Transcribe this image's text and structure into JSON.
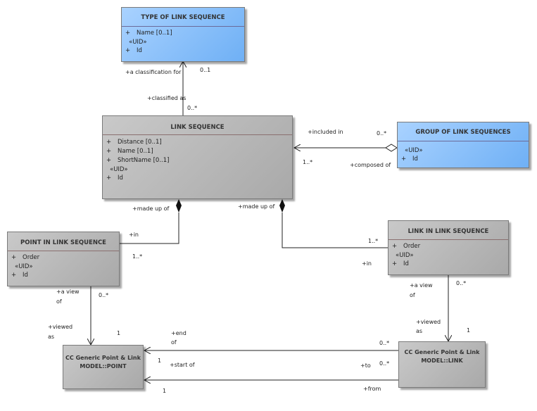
{
  "classes": {
    "type_of_link_sequence": {
      "title": "TYPE OF LINK SEQUENCE",
      "attributes": [
        {
          "vis": "+",
          "name": "Name [0..1]"
        }
      ],
      "stereotype": "«UID»",
      "uid_attributes": [
        {
          "vis": "+",
          "name": "Id"
        }
      ]
    },
    "link_sequence": {
      "title": "LINK SEQUENCE",
      "attributes": [
        {
          "vis": "+",
          "name": "Distance [0..1]"
        },
        {
          "vis": "+",
          "name": "Name [0..1]"
        },
        {
          "vis": "+",
          "name": "ShortName [0..1]"
        }
      ],
      "stereotype": "«UID»",
      "uid_attributes": [
        {
          "vis": "+",
          "name": "Id"
        }
      ]
    },
    "group_of_link_sequences": {
      "title": "GROUP OF LINK SEQUENCES",
      "stereotype": "«UID»",
      "uid_attributes": [
        {
          "vis": "+",
          "name": "Id"
        }
      ]
    },
    "point_in_link_sequence": {
      "title": "POINT IN LINK SEQUENCE",
      "attributes": [
        {
          "vis": "+",
          "name": "Order"
        }
      ],
      "stereotype": "«UID»",
      "uid_attributes": [
        {
          "vis": "+",
          "name": "Id"
        }
      ]
    },
    "link_in_link_sequence": {
      "title": "LINK IN LINK SEQUENCE",
      "attributes": [
        {
          "vis": "+",
          "name": "Order"
        }
      ],
      "stereotype": "«UID»",
      "uid_attributes": [
        {
          "vis": "+",
          "name": "Id"
        }
      ]
    },
    "cc_point": {
      "title_line1": "CC Generic Point & Link",
      "title_line2": "MODEL::POINT"
    },
    "cc_link": {
      "title_line1": "CC Generic Point & Link",
      "title_line2": "MODEL::LINK"
    }
  },
  "labels": {
    "a_classification_for": "+a classification for",
    "mult_type_0_1": "0..1",
    "classified_as": "+classified as",
    "mult_ls_0_many_top": "0..*",
    "included_in": "+included in",
    "mult_group_0_many": "0..*",
    "mult_ls_1_many": "1..*",
    "composed_of": "+composed of",
    "made_up_of_left": "+made up of",
    "made_up_of_right": "+made up of",
    "in_point": "+in",
    "mult_point_1_many": "1..*",
    "mult_link_1_many": "1..*",
    "in_link": "+in",
    "a_view_of_point_1": "+a view",
    "a_view_of_point_2": "of",
    "mult_point_view_0_many": "0..*",
    "viewed_as_point_1": "+viewed",
    "viewed_as_point_2": "as",
    "mult_point_viewed_1": "1",
    "a_view_of_link_1": "+a view",
    "a_view_of_link_2": "of",
    "mult_link_view_0_many": "0..*",
    "viewed_as_link_1": "+viewed",
    "viewed_as_link_2": "as",
    "mult_link_viewed_1": "1",
    "end_of_1": "+end",
    "end_of_2": "of",
    "mult_end_0_many": "0..*",
    "mult_end_1": "1",
    "start_of": "+start of",
    "to": "+to",
    "mult_start_0_many": "0..*",
    "mult_start_1": "1",
    "from": "+from"
  }
}
